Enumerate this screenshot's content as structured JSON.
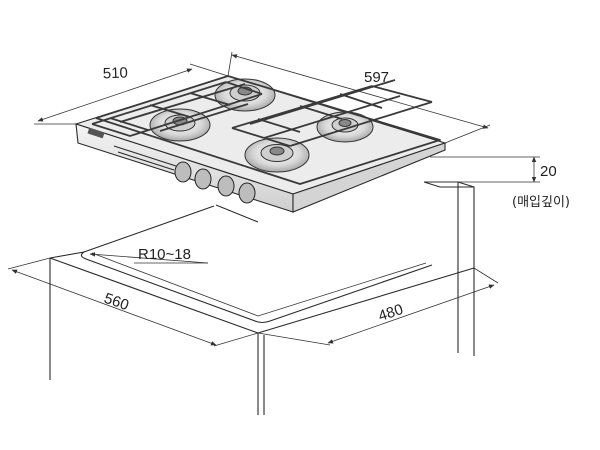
{
  "dimensions": {
    "hob_depth": "510",
    "hob_width": "597",
    "cutout_width": "560",
    "cutout_depth": "480",
    "corner_radius": "R10~18",
    "installation_depth": "20",
    "installation_depth_label": "(매입깊이)"
  }
}
